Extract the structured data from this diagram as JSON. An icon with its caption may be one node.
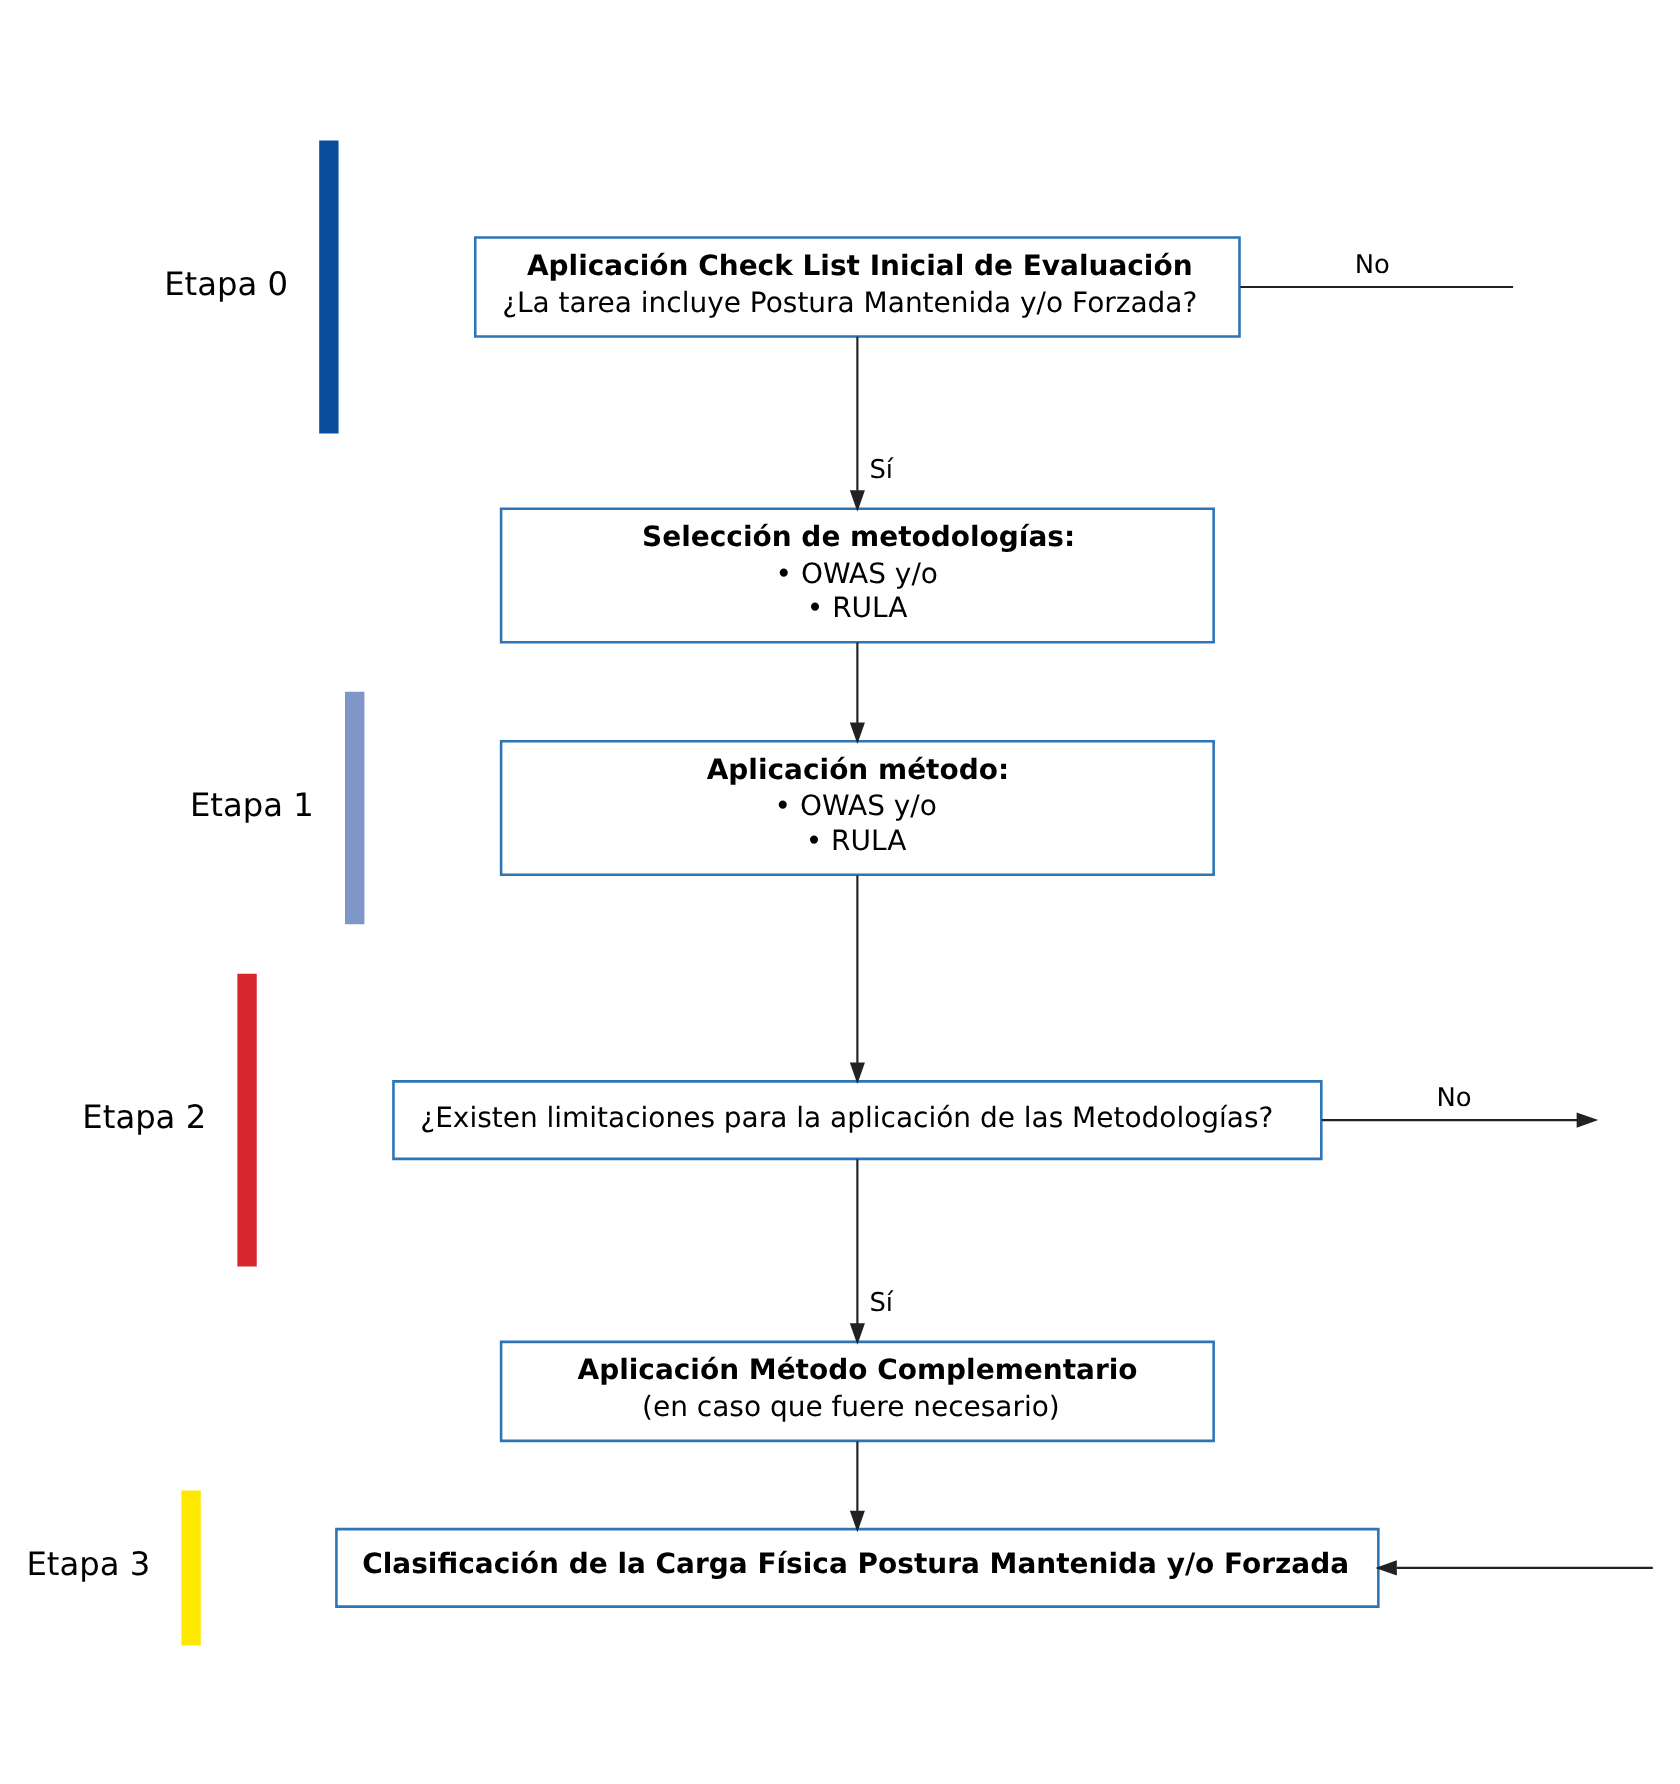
{
  "diagram": {
    "nodes": [
      {
        "text": [],
        "shape": "bar",
        "beside": [
          "Etapa 0"
        ]
      },
      {
        "text": [
          "Aplicación Check List Inicial de Evaluación",
          "¿La tarea incluye Postura Mantenida y/o Forzada?"
        ]
      },
      {
        "text": [
          "Selección de metodologías:",
          "• OWAS y/o",
          "• RULA"
        ]
      },
      {
        "text": [],
        "shape": "bar",
        "beside": [
          "Etapa 1"
        ]
      },
      {
        "text": [
          "Aplicación método:",
          "• OWAS y/o",
          "• RULA"
        ]
      },
      {
        "text": [],
        "shape": "bar",
        "beside": [
          "Etapa 2"
        ]
      },
      {
        "text": [
          "¿Existen limitaciones para la aplicación de las Metodologías?"
        ]
      },
      {
        "text": [
          "Aplicación Método Complementario",
          "(en caso que fuere necesario)"
        ]
      },
      {
        "text": [],
        "shape": "bar",
        "beside": [
          "Etapa 3"
        ]
      },
      {
        "text": [
          "Clasificación de la Carga Física Postura Mantenida y/o Forzada"
        ]
      }
    ],
    "edges": [
      {
        "from": 1,
        "to": 2,
        "arrow": "to",
        "label": "Sí"
      },
      {
        "from": 2,
        "to": 4,
        "arrow": "to"
      },
      {
        "from": 4,
        "to": 6,
        "arrow": "to"
      },
      {
        "from": 6,
        "to": 7,
        "arrow": "to",
        "label": "Sí"
      },
      {
        "from": 7,
        "to": 9,
        "arrow": "to"
      },
      {
        "from": 1,
        "to": null,
        "arrow": "none",
        "label": "No"
      },
      {
        "from": 6,
        "to": null,
        "arrow": "to",
        "label": "No"
      },
      {
        "from": null,
        "to": 9,
        "arrow": "to"
      }
    ]
  }
}
